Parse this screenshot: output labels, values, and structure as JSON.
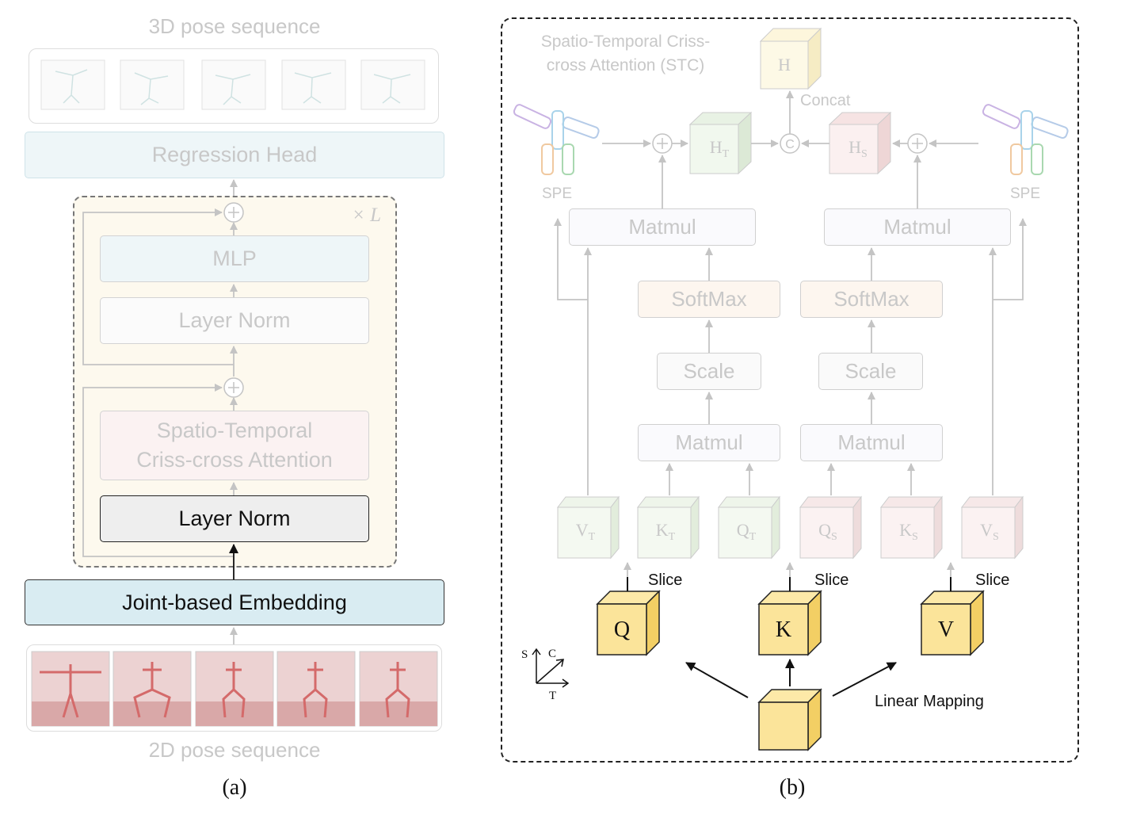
{
  "panel_a": {
    "top_label": "3D pose sequence",
    "bottom_label": "2D pose sequence",
    "regression_head": "Regression Head",
    "repeat_label": "× L",
    "mlp": "MLP",
    "layer_norm_top": "Layer Norm",
    "stc_line1": "Spatio-Temporal",
    "stc_line2": "Criss-cross Attention",
    "layer_norm_bottom": "Layer Norm",
    "joint_embedding": "Joint-based Embedding",
    "caption": "(a)"
  },
  "panel_b": {
    "title_line1": "Spatio-Temporal Criss-",
    "title_line2": "cross Attention (STC)",
    "h": "H",
    "concat": "Concat",
    "concat_symbol": "C",
    "plus_symbol": "+",
    "h_t": "H",
    "h_t_sub": "T",
    "h_s": "H",
    "h_s_sub": "S",
    "spe_left": "SPE",
    "spe_right": "SPE",
    "matmul_left": "Matmul",
    "matmul_right": "Matmul",
    "softmax_left": "SoftMax",
    "softmax_right": "SoftMax",
    "scale_left": "Scale",
    "scale_right": "Scale",
    "matmul2_left": "Matmul",
    "matmul2_right": "Matmul",
    "vt": "V",
    "vt_sub": "T",
    "kt": "K",
    "kt_sub": "T",
    "qt": "Q",
    "qt_sub": "T",
    "qs": "Q",
    "qs_sub": "S",
    "ks": "K",
    "ks_sub": "S",
    "vs": "V",
    "vs_sub": "S",
    "slice1": "Slice",
    "slice2": "Slice",
    "slice3": "Slice",
    "q": "Q",
    "k": "K",
    "v": "V",
    "axis_s": "S",
    "axis_c": "C",
    "axis_t": "T",
    "linear_mapping": "Linear Mapping",
    "caption": "(b)"
  },
  "colors": {
    "faded_gray": "#c8c8c8",
    "faded_blue_fill": "#eef6f8",
    "faded_yellow_fill": "#fdf9ee",
    "faded_pink_fill": "#fbf2f2",
    "embedding_fill": "#d9ecf2",
    "layernorm_fill": "#eeeeee",
    "cube_yellow": "#fbe49a",
    "cube_yellow_side": "#f3cf64"
  }
}
